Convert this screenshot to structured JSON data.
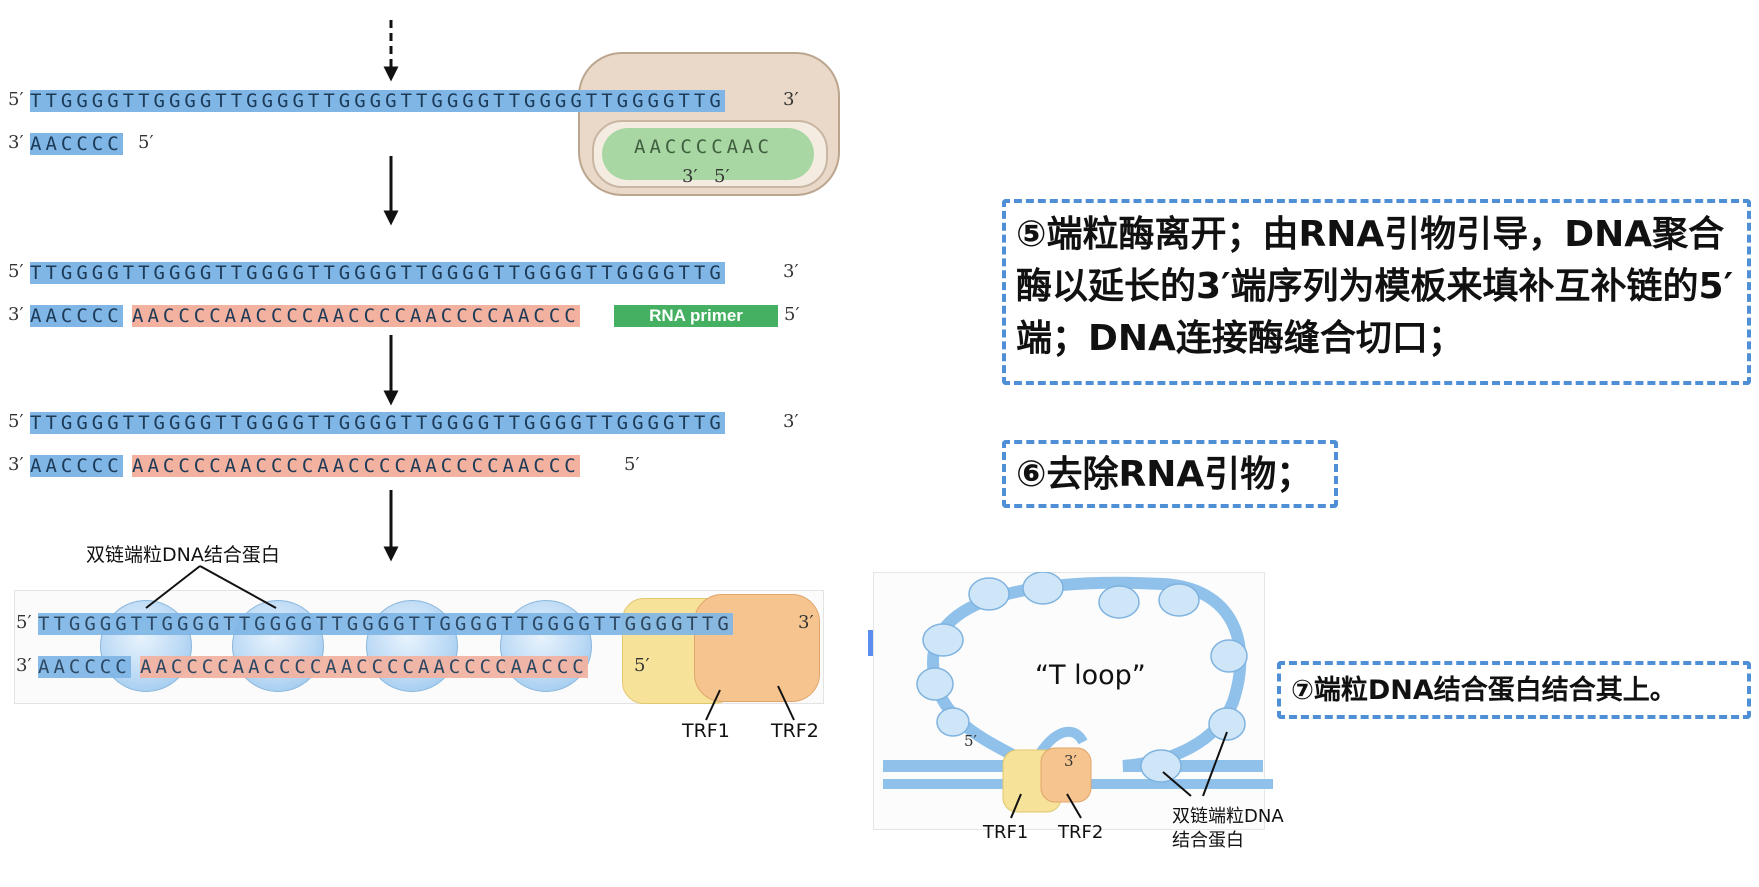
{
  "sequences": {
    "row1_top": "TTGGGGTTGGGGTTGGGGTTGGGGTTGGGGTTGGGGTTGGGGTTG",
    "row1_bottom": "AACCCC",
    "row1_template": "AACCCCAAC",
    "row2_top": "TTGGGGTTGGGGTTGGGGTTGGGGTTGGGGTTGGGGTTGGGGTTG",
    "row2_bottom_blue": "AACCCC",
    "row2_bottom_salmon": "AACCCCAACCCCAACCCCAACCCCAACCC",
    "row2_primer": "RNA primer",
    "row3_top": "TTGGGGTTGGGGTTGGGGTTGGGGTTGGGGTTGGGGTTGGGGTTG",
    "row3_bottom_blue": "AACCCC",
    "row3_bottom_salmon": "AACCCCAACCCCAACCCCAACCCCAACCC",
    "row4_top": "TTGGGGTTGGGGTTGGGGTTGGGGTTGGGGTTGGGGTTGGGGTTG",
    "row4_bottom_blue": "AACCCC",
    "row4_bottom_salmon": "AACCCCAACCCCAACCCCAACCCCAACCC"
  },
  "ends": {
    "five": "5′",
    "three": "3′"
  },
  "labels": {
    "ds_binding_protein": "双链端粒DNA结合蛋白",
    "trf1": "TRF1",
    "trf2": "TRF2",
    "t_loop": "“T loop”",
    "loop_ds_protein_line1": "双链端粒DNA",
    "loop_ds_protein_line2": "结合蛋白"
  },
  "callouts": {
    "step5": "⑤端粒酶离开；由RNA引物引导，DNA聚合酶以延长的3′端序列为模板来填补互补链的5′端；DNA连接酶缝合切口；",
    "step6": "⑥去除RNA引物；",
    "step7": "⑦端粒DNA结合蛋白结合其上。"
  },
  "colors": {
    "dna_blue": "#7fb6e6",
    "new_strand_salmon": "#f3b2a0",
    "primer_green": "#45b061",
    "callout_border": "#4f8fd6",
    "telomerase_beige": "#ead9c8",
    "rna_template_green": "#a9d7a4",
    "trf1_yellow": "#f7e29a",
    "trf2_orange": "#f6c58f",
    "arrow_blue": "#5b8df0"
  }
}
